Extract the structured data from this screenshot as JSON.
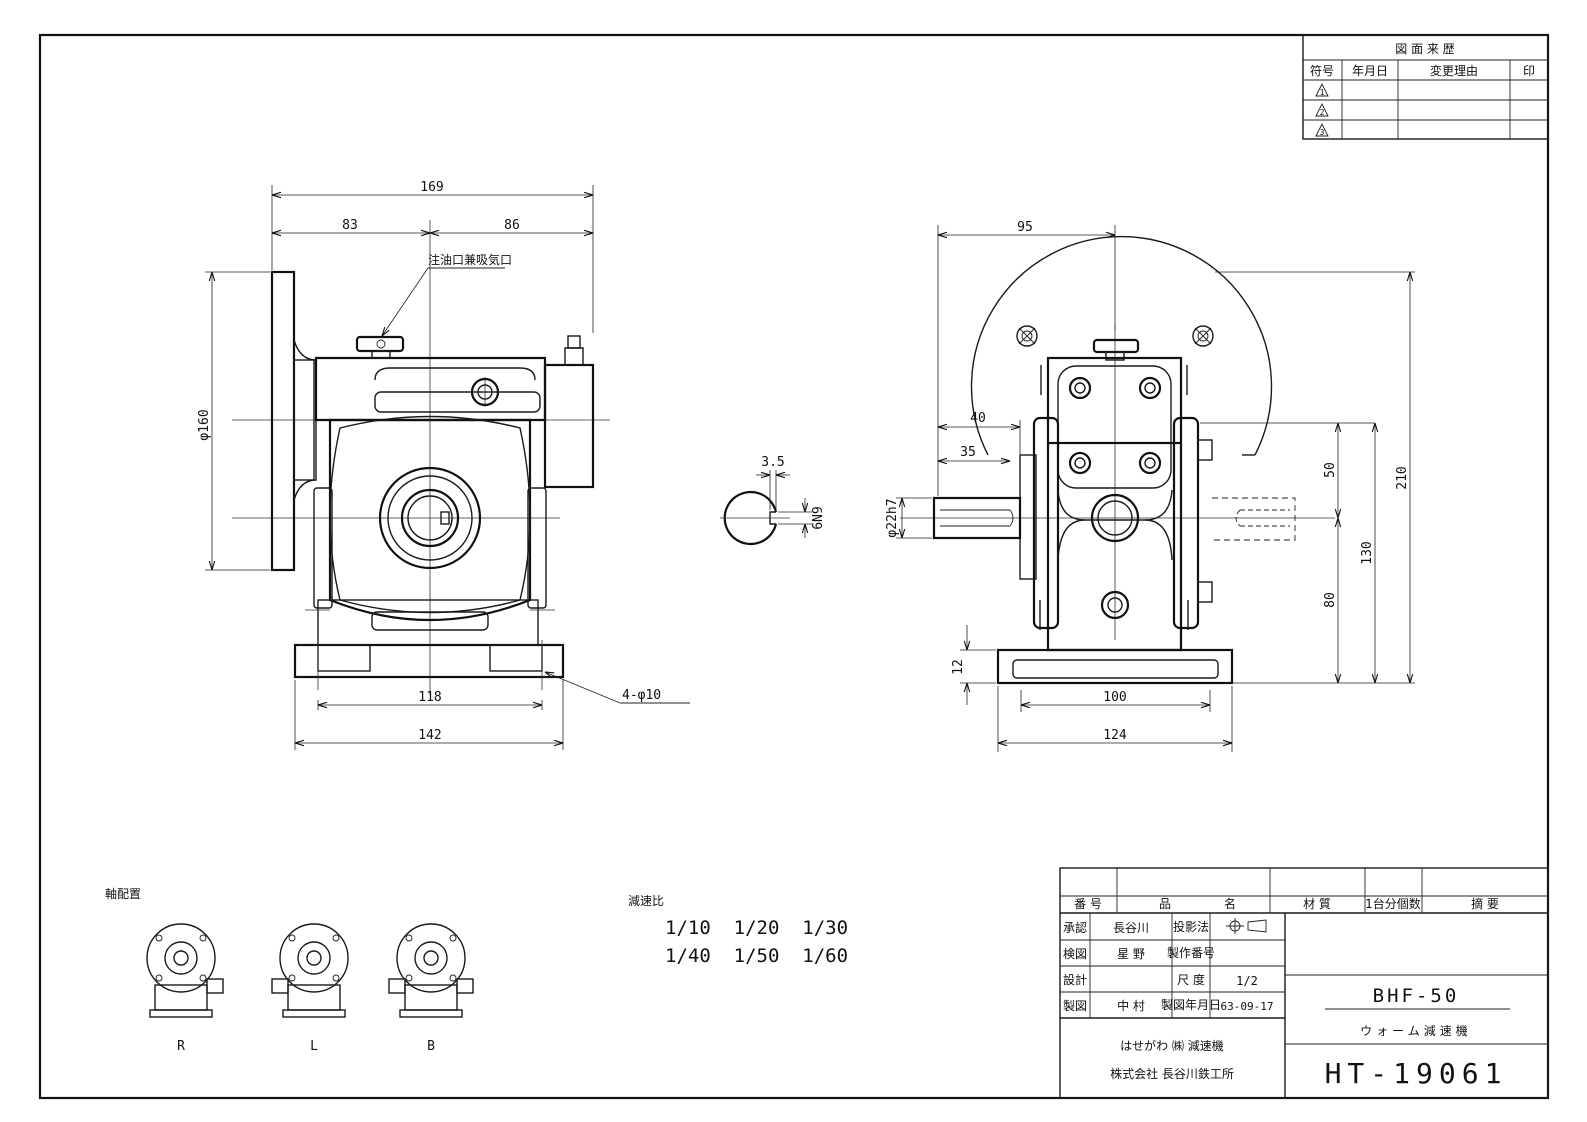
{
  "revision_table": {
    "title": "図 面 来 歴",
    "headers": [
      "符号",
      "年月日",
      "変更理由",
      "印"
    ],
    "rows": [
      "1",
      "2",
      "3"
    ]
  },
  "front_view": {
    "dims": {
      "overall": "169",
      "left_part": "83",
      "right_part": "86",
      "flange_dia": "φ160",
      "base_holes": "118",
      "base_width": "142",
      "hole_callout": "4-φ10"
    },
    "oil_port": "注油口兼吸気口"
  },
  "key_detail": {
    "depth": "3.5",
    "width": "6N9"
  },
  "side_view": {
    "dims": {
      "shaft_pos": "95",
      "d40": "40",
      "d35": "35",
      "shaft_dia": "φ22h7",
      "base_thk": "12",
      "base_holes": "100",
      "base_width": "124",
      "d50": "50",
      "d80": "80",
      "d130": "130",
      "d210": "210"
    }
  },
  "shaft_arrangement": {
    "title": "軸配置",
    "labels": [
      "R",
      "L",
      "B"
    ]
  },
  "reduction": {
    "title": "減速比",
    "row1": "1/10  1/20  1/30",
    "row2": "1/40  1/50  1/60"
  },
  "title_block": {
    "headers": {
      "number": "番 号",
      "part_name": "品",
      "part_name2": "名",
      "material": "材 質",
      "qty": "1台分個数",
      "remarks": "摘 要"
    },
    "approved_label": "承認",
    "approved": "長谷川",
    "projection_label": "投影法",
    "checked_label": "検図",
    "checked": "星 野",
    "serial_label": "製作番号",
    "designed_label": "設計",
    "scale_label": "尺 度",
    "scale": "1/2",
    "drawn_label": "製図",
    "drawn": "中 村",
    "date_label": "製図年月日",
    "date": "63-09-17",
    "model": "BHF-50",
    "product": "ウォーム減速機",
    "brand": "はせがわ ㈱ 減速機",
    "company": "株式会社 長谷川鉄工所",
    "drawing_no": "HT-19061"
  }
}
